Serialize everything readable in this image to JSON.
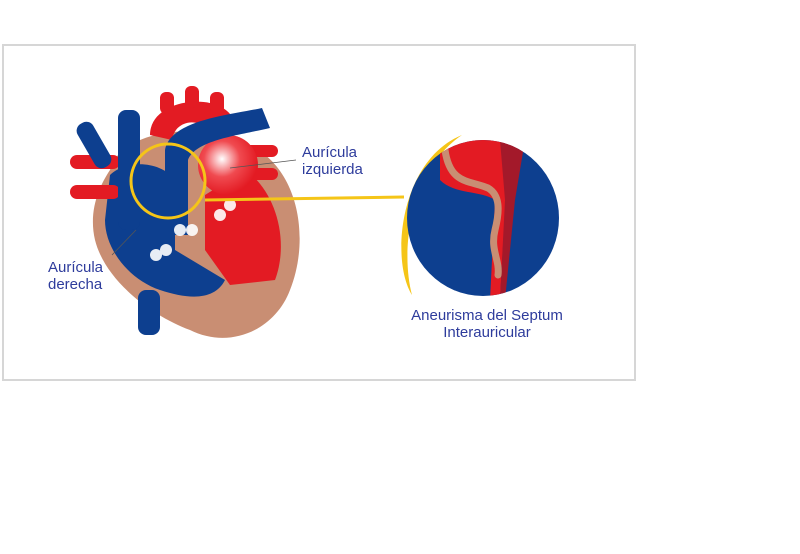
{
  "labels": {
    "left_atrium": [
      "Aurícula",
      "izquierda"
    ],
    "right_atrium": [
      "Aurícula",
      "derecha"
    ],
    "zoom_caption": [
      "Aneurisma del Septum",
      "Interauricular"
    ]
  },
  "colors": {
    "blue": "#0d3f8f",
    "red": "#e31b23",
    "tan": "#c98e73",
    "yellow": "#f5c518",
    "text": "#2e3c9c"
  }
}
